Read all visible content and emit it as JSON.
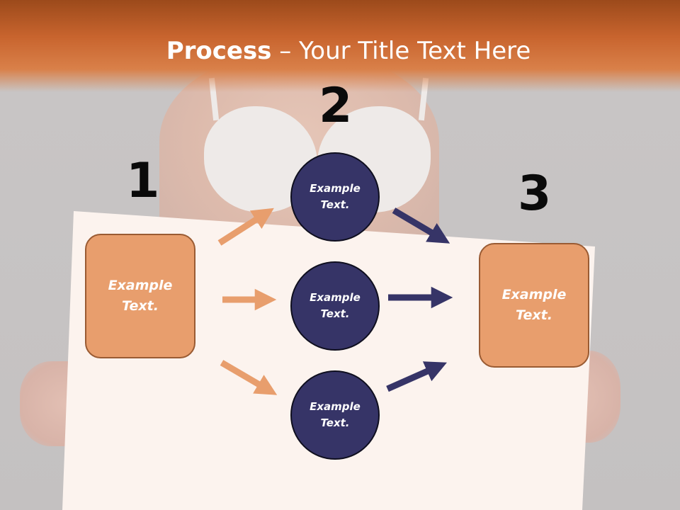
{
  "title": {
    "bold": "Process",
    "rest": " – Your Title Text Here"
  },
  "steps": [
    {
      "number": "1",
      "text": "Example\nText."
    },
    {
      "number": "2"
    },
    {
      "number": "3",
      "text": "Example\nText."
    }
  ],
  "circles": [
    {
      "text": "Example\nText."
    },
    {
      "text": "Example\nText."
    },
    {
      "text": "Example\nText."
    }
  ],
  "colors": {
    "header": "#c8642e",
    "box": "#e89e6d",
    "circle": "#363467",
    "arrow_in": "#e89e6d",
    "arrow_out": "#363467"
  }
}
